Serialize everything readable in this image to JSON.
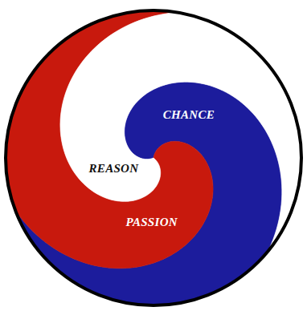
{
  "diagram": {
    "nodes": [
      {
        "text": [
          "CHANCE"
        ]
      },
      {
        "text": [
          "REASON"
        ]
      },
      {
        "text": [
          "PASSION"
        ]
      }
    ]
  }
}
